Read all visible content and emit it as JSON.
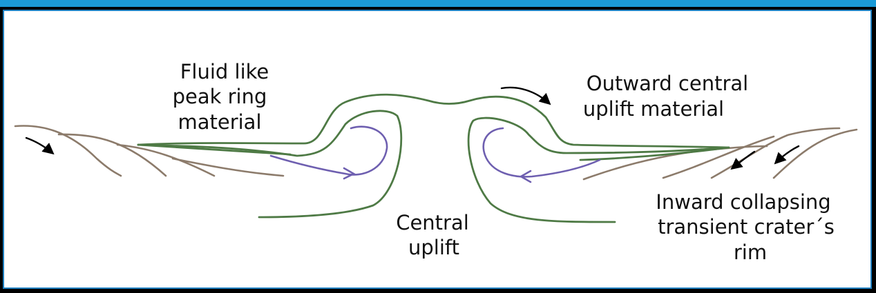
{
  "labels": {
    "peak_ring": [
      "Fluid like",
      "peak ring",
      "material"
    ],
    "outward": [
      "Outward central",
      "uplift material"
    ],
    "inward": [
      "Inward  collapsing",
      "transient crater´s",
      "rim"
    ],
    "central": [
      "Central",
      "uplift"
    ]
  },
  "colors": {
    "background": "#000000",
    "accent_bar": "#1b9ad6",
    "panel": "#ffffff",
    "green_material": "#4e7a45",
    "brown_strata": "#8c7b6b",
    "purple_flow": "#6e5fb0",
    "arrow": "#000000"
  }
}
